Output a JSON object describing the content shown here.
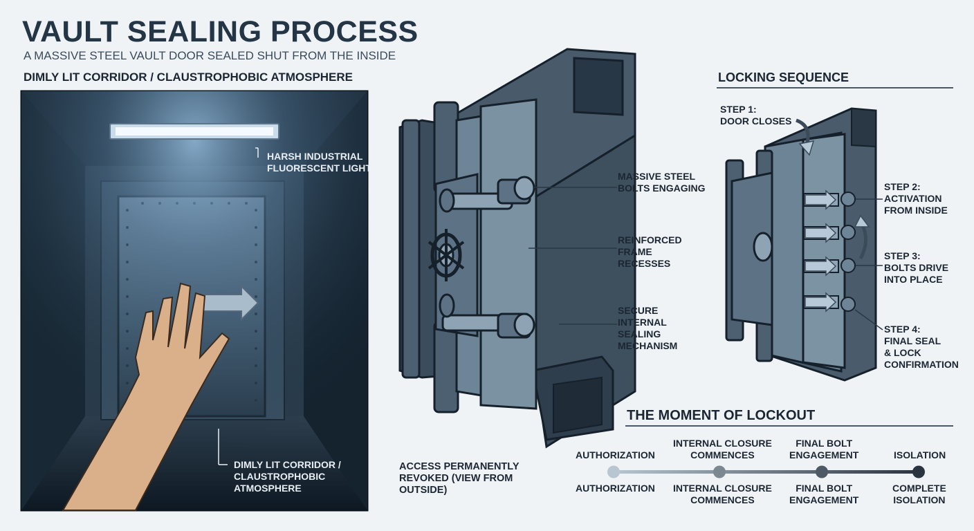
{
  "header": {
    "title": "VAULT SEALING PROCESS",
    "subtitle": "A MASSIVE STEEL VAULT DOOR SEALED SHUT FROM THE INSIDE"
  },
  "corridor_panel": {
    "heading": "DIMLY LIT CORRIDOR / CLAUSTROPHOBIC ATMOSPHERE",
    "light_label": [
      "HARSH INDUSTRIAL",
      "FLUORESCENT LIGHT"
    ],
    "corridor_label": [
      "DIMLY LIT CORRIDOR /",
      "CLAUSTROPHOBIC",
      "ATMOSPHERE"
    ]
  },
  "door_callouts": {
    "bolts": [
      "MASSIVE STEEL",
      "BOLTS ENGAGING"
    ],
    "frame": [
      "REINFORCED",
      "FRAME",
      "RECESSES"
    ],
    "mechanism": [
      "SECURE",
      "INTERNAL",
      "SEALING",
      "MECHANISM"
    ],
    "access": [
      "ACCESS PERMANENTLY",
      "REVOKED (VIEW FROM",
      "OUTSIDE)"
    ]
  },
  "locking_sequence": {
    "heading": "LOCKING SEQUENCE",
    "steps": [
      {
        "lines": [
          "STEP 1:",
          "DOOR CLOSES"
        ]
      },
      {
        "lines": [
          "STEP 2:",
          "ACTIVATION",
          "FROM INSIDE"
        ]
      },
      {
        "lines": [
          "STEP 3:",
          "BOLTS DRIVE",
          "INTO PLACE"
        ]
      },
      {
        "lines": [
          "STEP 4:",
          "FINAL SEAL",
          "& LOCK",
          "CONFIRMATION"
        ]
      }
    ]
  },
  "timeline": {
    "heading": "THE MOMENT OF LOCKOUT",
    "top_labels": [
      {
        "lines": [
          "AUTHORIZATION"
        ]
      },
      {
        "lines": [
          "INTERNAL CLOSURE",
          "COMMENCES"
        ]
      },
      {
        "lines": [
          "FINAL BOLT",
          "ENGAGEMENT"
        ]
      },
      {
        "lines": [
          "ISOLATION"
        ]
      }
    ],
    "bottom_labels": [
      {
        "lines": [
          "AUTHORIZATION"
        ]
      },
      {
        "lines": [
          "INTERNAL CLOSURE",
          "COMMENCES"
        ]
      },
      {
        "lines": [
          "FINAL BOLT",
          "ENGAGEMENT"
        ]
      },
      {
        "lines": [
          "COMPLETE",
          "ISOLATION"
        ]
      }
    ],
    "node_colors": [
      "#b7c6d0",
      "#7b8892",
      "#4d5a66",
      "#2a3440"
    ]
  }
}
